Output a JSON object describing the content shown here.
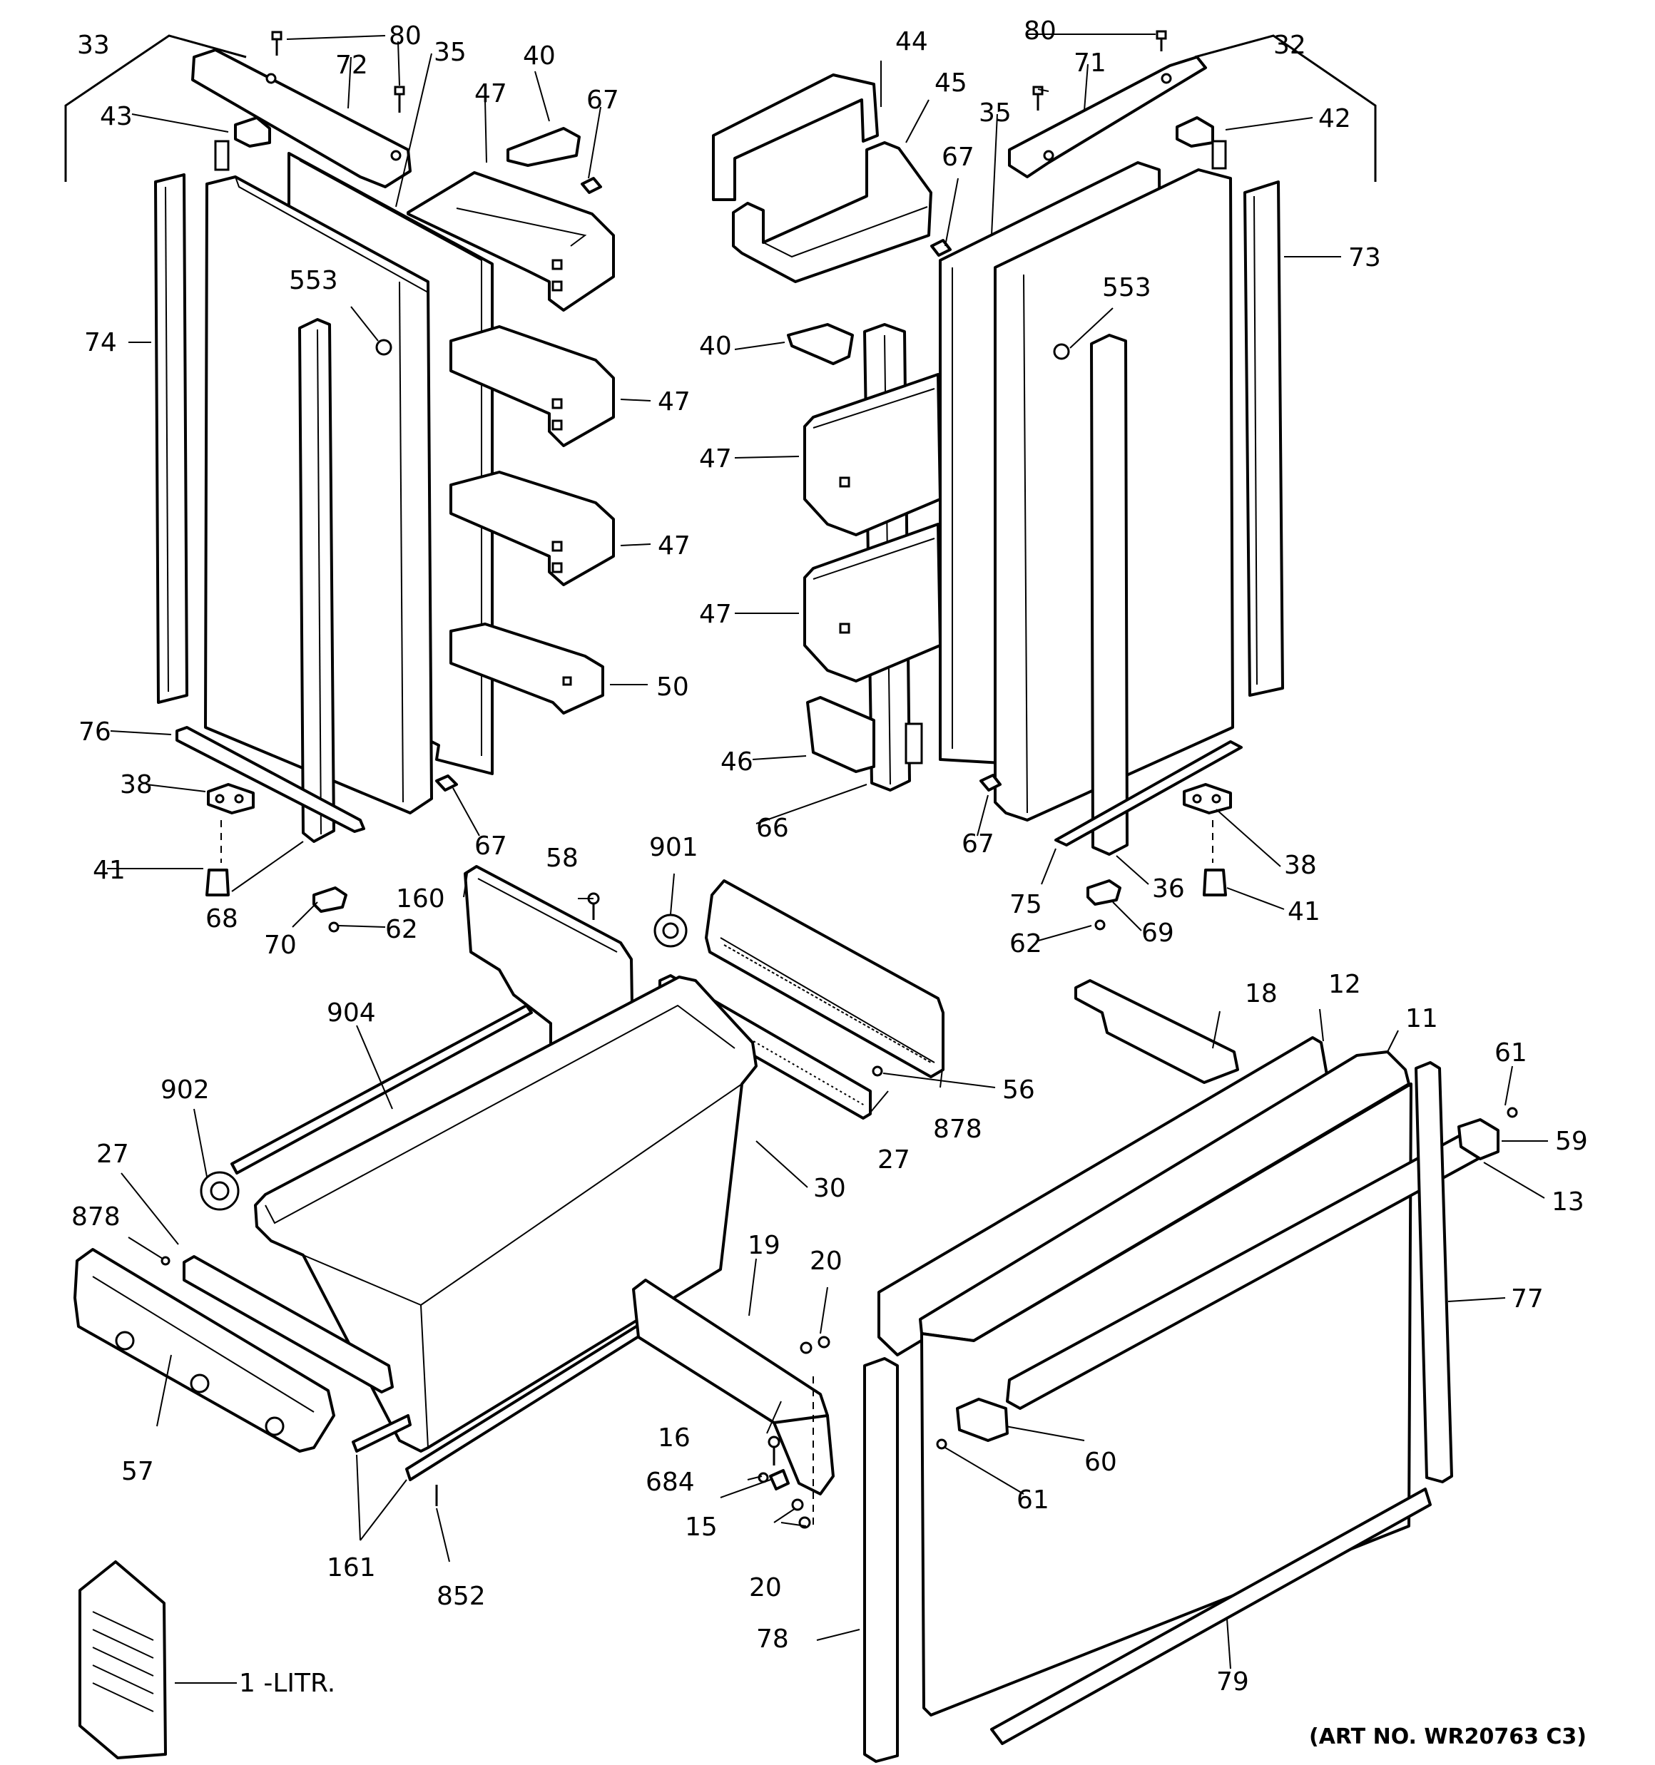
{
  "callouts": [
    {
      "key": "c33",
      "text": "33"
    },
    {
      "key": "c80a",
      "text": "80"
    },
    {
      "key": "c72",
      "text": "72"
    },
    {
      "key": "c35a",
      "text": "35"
    },
    {
      "key": "c40a",
      "text": "40"
    },
    {
      "key": "c47a",
      "text": "47"
    },
    {
      "key": "c67a",
      "text": "67"
    },
    {
      "key": "c43",
      "text": "43"
    },
    {
      "key": "c74",
      "text": "74"
    },
    {
      "key": "c553a",
      "text": "553"
    },
    {
      "key": "c47b",
      "text": "47"
    },
    {
      "key": "c47c",
      "text": "47"
    },
    {
      "key": "c50",
      "text": "50"
    },
    {
      "key": "c76",
      "text": "76"
    },
    {
      "key": "c38a",
      "text": "38"
    },
    {
      "key": "c41a",
      "text": "41"
    },
    {
      "key": "c67b",
      "text": "67"
    },
    {
      "key": "c68",
      "text": "68"
    },
    {
      "key": "c70",
      "text": "70"
    },
    {
      "key": "c62a",
      "text": "62"
    },
    {
      "key": "c44",
      "text": "44"
    },
    {
      "key": "c45",
      "text": "45"
    },
    {
      "key": "c80b",
      "text": "80"
    },
    {
      "key": "c71",
      "text": "71"
    },
    {
      "key": "c32",
      "text": "32"
    },
    {
      "key": "c42",
      "text": "42"
    },
    {
      "key": "c35b",
      "text": "35"
    },
    {
      "key": "c67c",
      "text": "67"
    },
    {
      "key": "c73",
      "text": "73"
    },
    {
      "key": "c553b",
      "text": "553"
    },
    {
      "key": "c40b",
      "text": "40"
    },
    {
      "key": "c47d",
      "text": "47"
    },
    {
      "key": "c47e",
      "text": "47"
    },
    {
      "key": "c46",
      "text": "46"
    },
    {
      "key": "c66",
      "text": "66"
    },
    {
      "key": "c67d",
      "text": "67"
    },
    {
      "key": "c38b",
      "text": "38"
    },
    {
      "key": "c41b",
      "text": "41"
    },
    {
      "key": "c75",
      "text": "75"
    },
    {
      "key": "c36",
      "text": "36"
    },
    {
      "key": "c62b",
      "text": "62"
    },
    {
      "key": "c69",
      "text": "69"
    },
    {
      "key": "c58",
      "text": "58"
    },
    {
      "key": "c901",
      "text": "901"
    },
    {
      "key": "c160",
      "text": "160"
    },
    {
      "key": "c904",
      "text": "904"
    },
    {
      "key": "c902",
      "text": "902"
    },
    {
      "key": "c27a",
      "text": "27"
    },
    {
      "key": "c878a",
      "text": "878"
    },
    {
      "key": "c30",
      "text": "30"
    },
    {
      "key": "c27b",
      "text": "27"
    },
    {
      "key": "c878b",
      "text": "878"
    },
    {
      "key": "c56",
      "text": "56"
    },
    {
      "key": "c57",
      "text": "57"
    },
    {
      "key": "c161",
      "text": "161"
    },
    {
      "key": "c852",
      "text": "852"
    },
    {
      "key": "c18",
      "text": "18"
    },
    {
      "key": "c12",
      "text": "12"
    },
    {
      "key": "c11",
      "text": "11"
    },
    {
      "key": "c61a",
      "text": "61"
    },
    {
      "key": "c59",
      "text": "59"
    },
    {
      "key": "c13",
      "text": "13"
    },
    {
      "key": "c77",
      "text": "77"
    },
    {
      "key": "c19",
      "text": "19"
    },
    {
      "key": "c20a",
      "text": "20"
    },
    {
      "key": "c16",
      "text": "16"
    },
    {
      "key": "c684",
      "text": "684"
    },
    {
      "key": "c15",
      "text": "15"
    },
    {
      "key": "c20b",
      "text": "20"
    },
    {
      "key": "c60",
      "text": "60"
    },
    {
      "key": "c61b",
      "text": "61"
    },
    {
      "key": "c78",
      "text": "78"
    },
    {
      "key": "c79",
      "text": "79"
    },
    {
      "key": "c1litr",
      "text": "1 -LITR."
    }
  ],
  "art_number": "(ART NO. WR20763 C3)"
}
